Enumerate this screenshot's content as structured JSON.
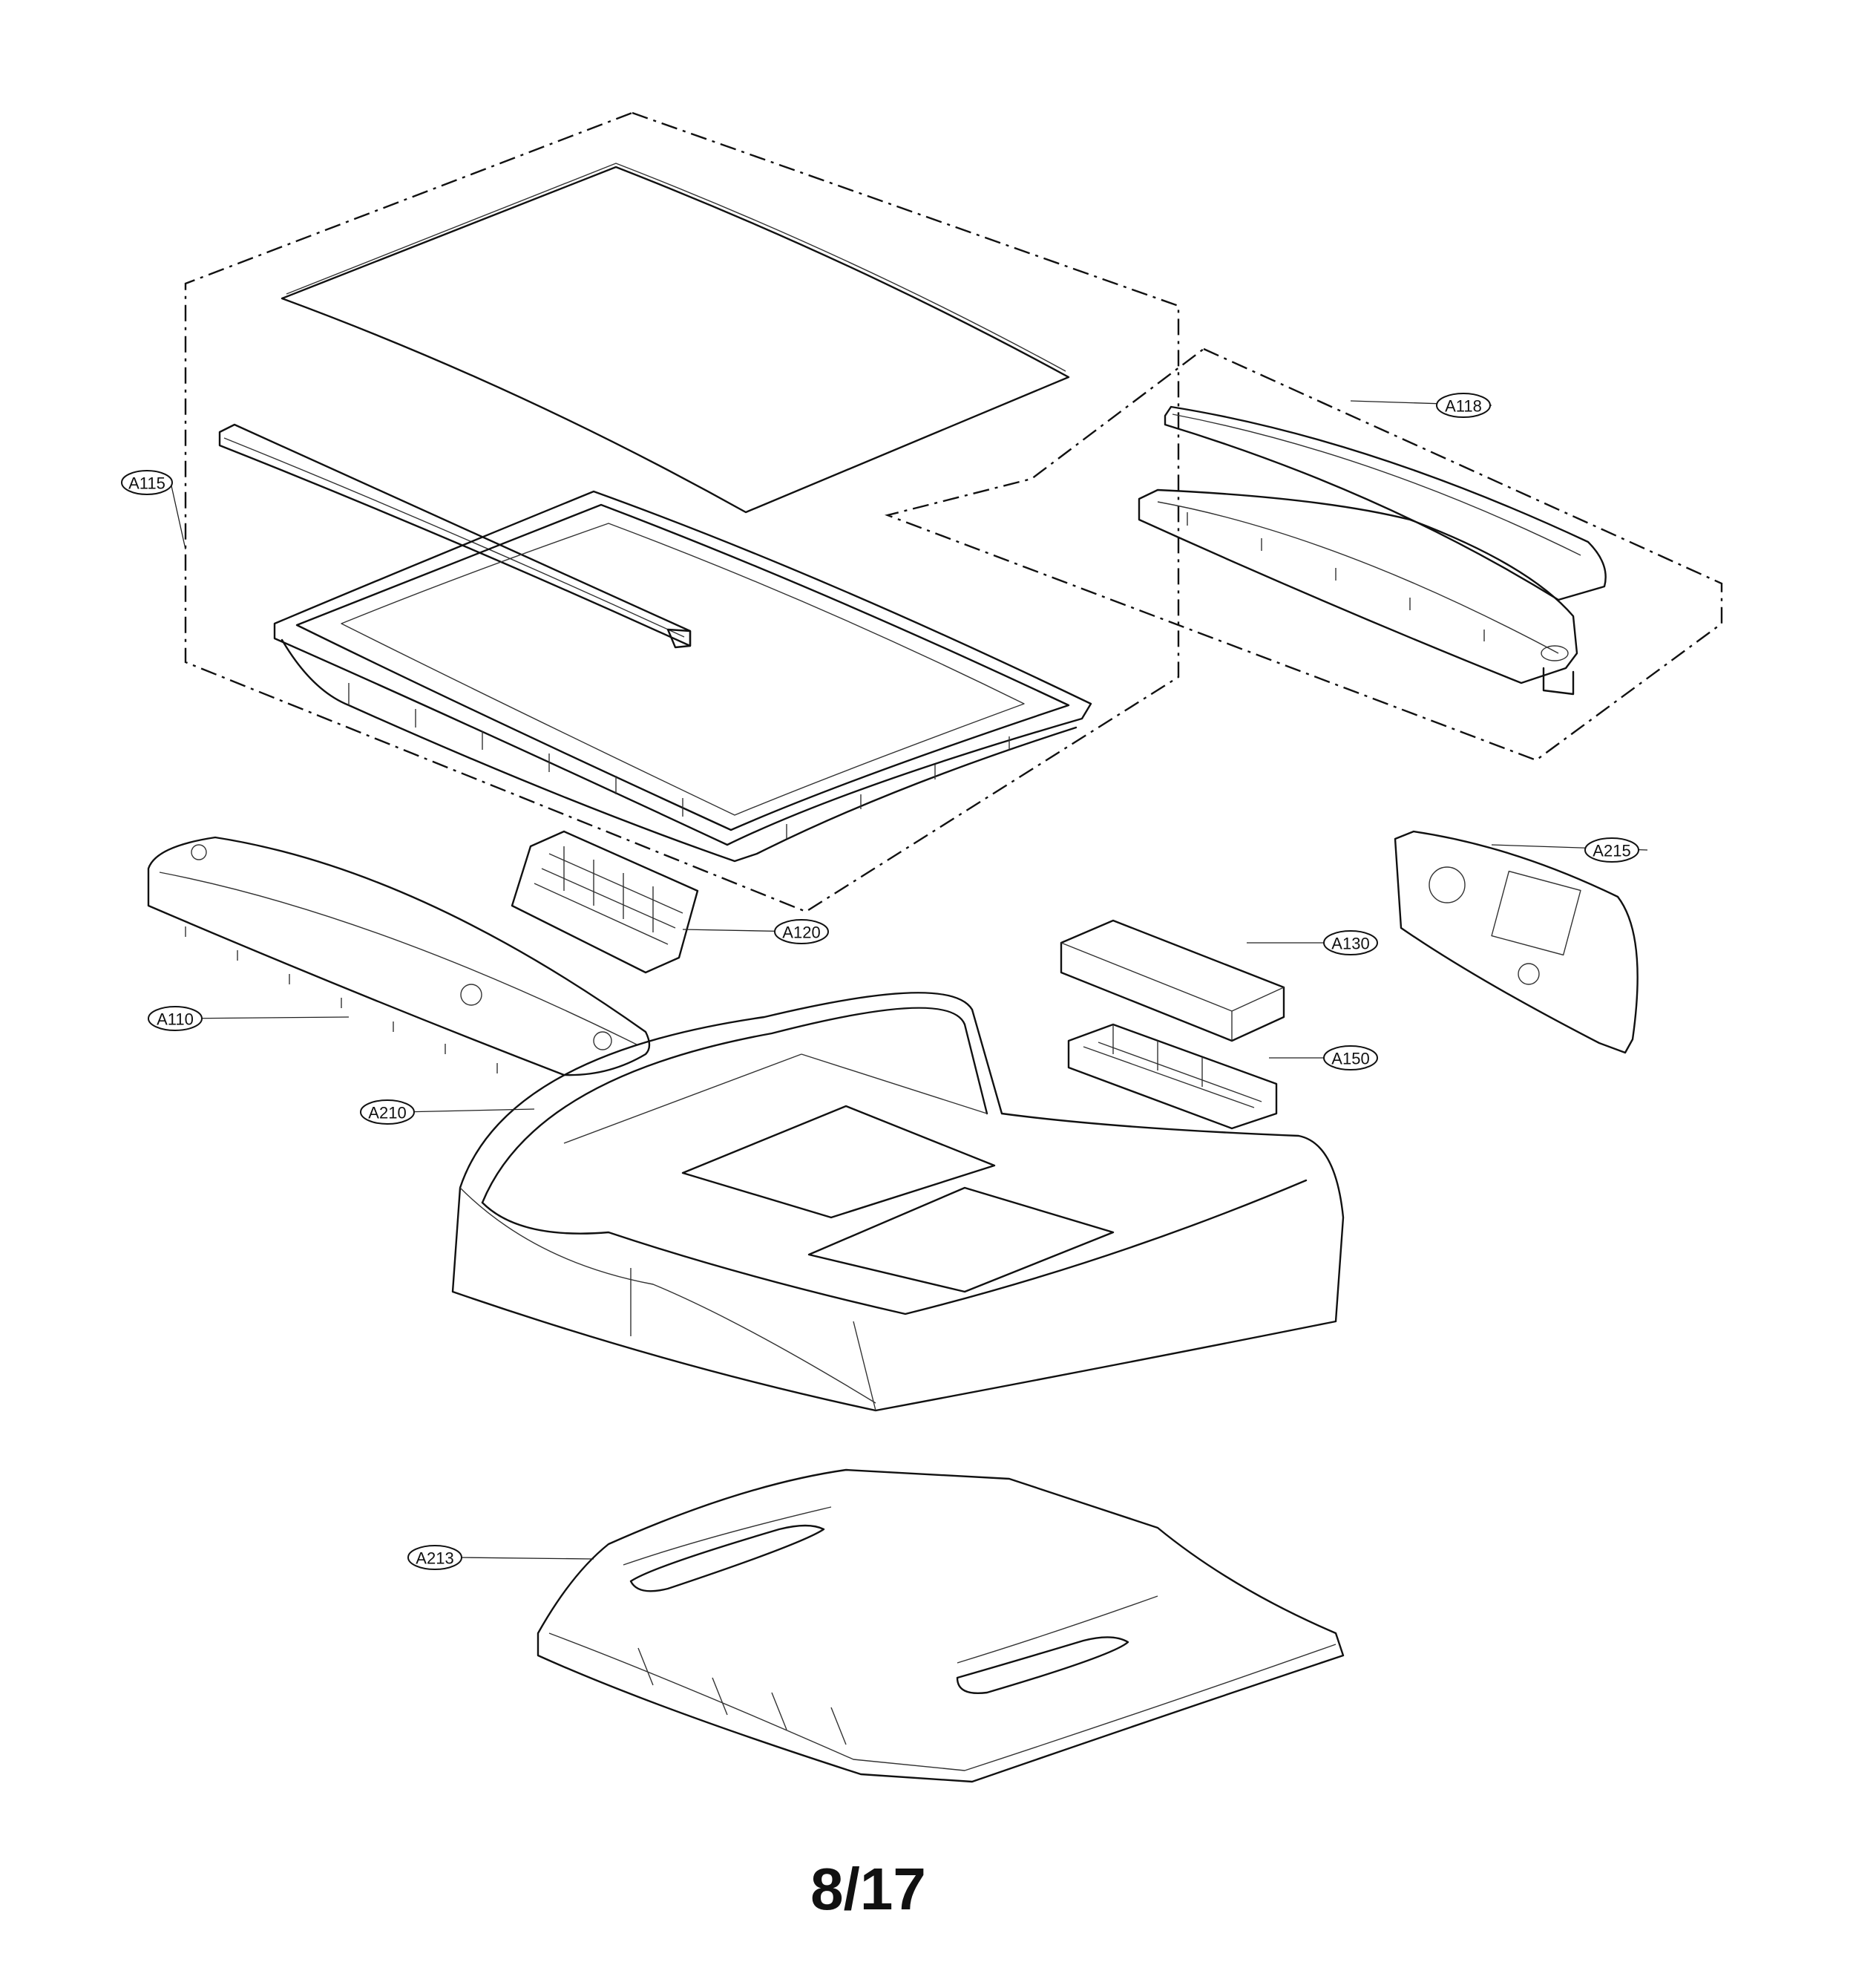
{
  "diagram": {
    "page_number": "8/17",
    "callouts": {
      "a115": "A115",
      "a118": "A118",
      "a215": "A215",
      "a120": "A120",
      "a130": "A130",
      "a110": "A110",
      "a150": "A150",
      "a210": "A210",
      "a213": "A213"
    }
  }
}
